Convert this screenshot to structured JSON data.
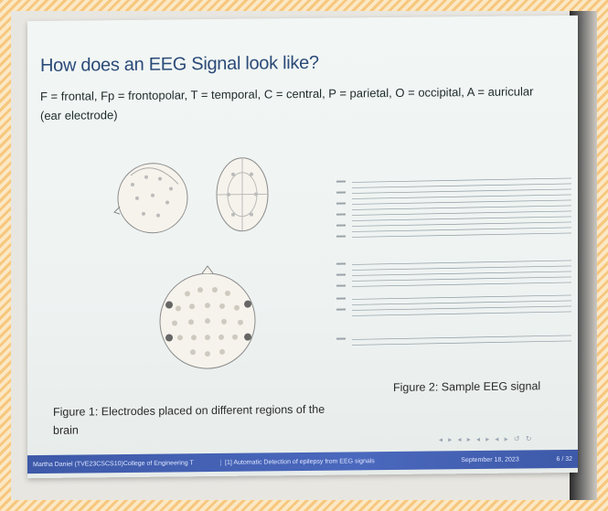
{
  "slide": {
    "title": "How does an EEG Signal look like?",
    "text": "F = frontal, Fp = frontopolar, T = temporal, C = central, P = parietal, O = occipital, A = auricular (ear electrode)",
    "caption_left": "Figure 1: Electrodes placed on different regions of the brain",
    "caption_right": "Figure 2: Sample EEG signal",
    "footer": {
      "author": "Martha Daniel (TVE23CSCS10)College of Engineering T",
      "talk": "[1] Automatic Detection of epilepsy from EEG signals",
      "date": "September 18, 2023",
      "page": "6 / 32"
    }
  },
  "colors": {
    "border_stripe": "#f7c77e",
    "slide_bg": "#eef3f2",
    "title": "#2a4a78",
    "footer": "#4a68bd"
  }
}
